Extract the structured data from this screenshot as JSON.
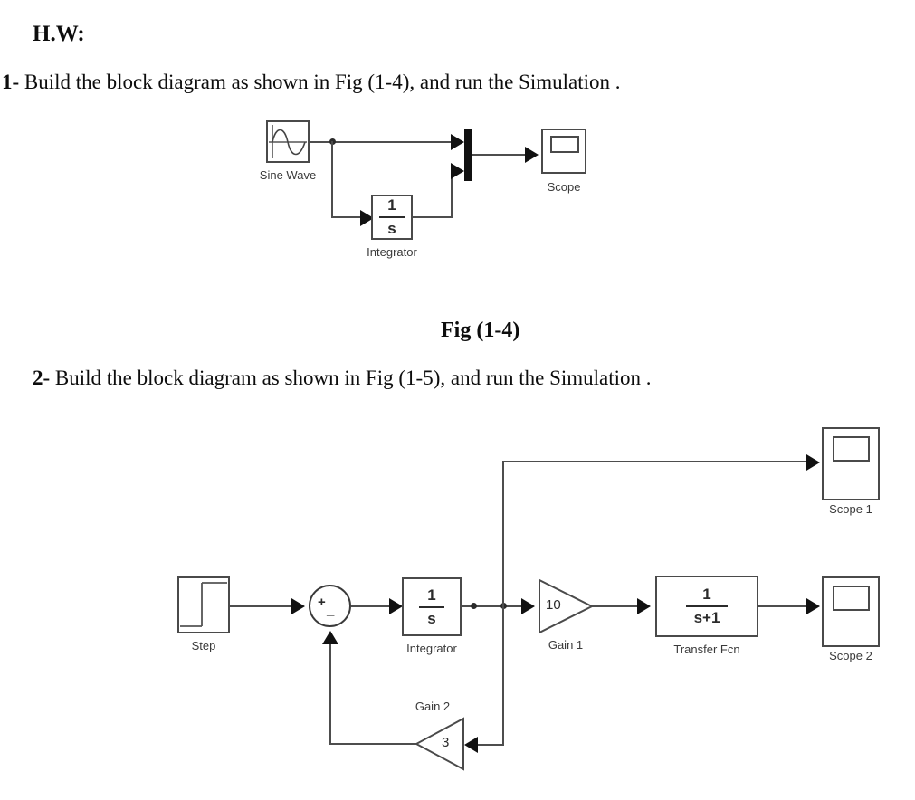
{
  "document": {
    "heading": "H.W:",
    "instructions": [
      {
        "number": "1-",
        "text": " Build the block diagram as shown in Fig (1-4), and run the Simulation ."
      },
      {
        "number": "2-",
        "text": " Build the block diagram as shown in Fig (1-5), and run the Simulation ."
      }
    ],
    "captions": {
      "fig_1_4": "Fig (1-4)"
    }
  },
  "diagram_1": {
    "name": "Fig (1-4) block diagram",
    "blocks": {
      "sine_wave": {
        "label": "Sine Wave",
        "icon": "sine-wave-icon"
      },
      "integrator": {
        "label": "Integrator",
        "numerator": "1",
        "denominator": "s"
      },
      "mux": {
        "label": "",
        "icon": "mux-bar-icon"
      },
      "scope": {
        "label": "Scope",
        "icon": "scope-icon"
      }
    }
  },
  "diagram_2": {
    "name": "Fig (1-5) block diagram",
    "blocks": {
      "step": {
        "label": "Step",
        "icon": "step-signal-icon"
      },
      "sum": {
        "label": "",
        "plus": "+",
        "minus": "_"
      },
      "integrator": {
        "label": "Integrator",
        "numerator": "1",
        "denominator": "s"
      },
      "gain_1": {
        "label": "Gain 1",
        "value": "10"
      },
      "transfer_fcn": {
        "label": "Transfer Fcn",
        "numerator": "1",
        "denominator": "s+1"
      },
      "gain_2": {
        "label": "Gain 2",
        "value": "3"
      },
      "scope_1": {
        "label": "Scope 1",
        "icon": "scope-icon"
      },
      "scope_2": {
        "label": "Scope 2",
        "icon": "scope-icon"
      }
    }
  },
  "colors": {
    "wire": "#4d4d4d",
    "block_border": "#4a4a4a",
    "text": "#0d0d0d",
    "label": "#3a3a3a",
    "arrow": "#111111"
  }
}
